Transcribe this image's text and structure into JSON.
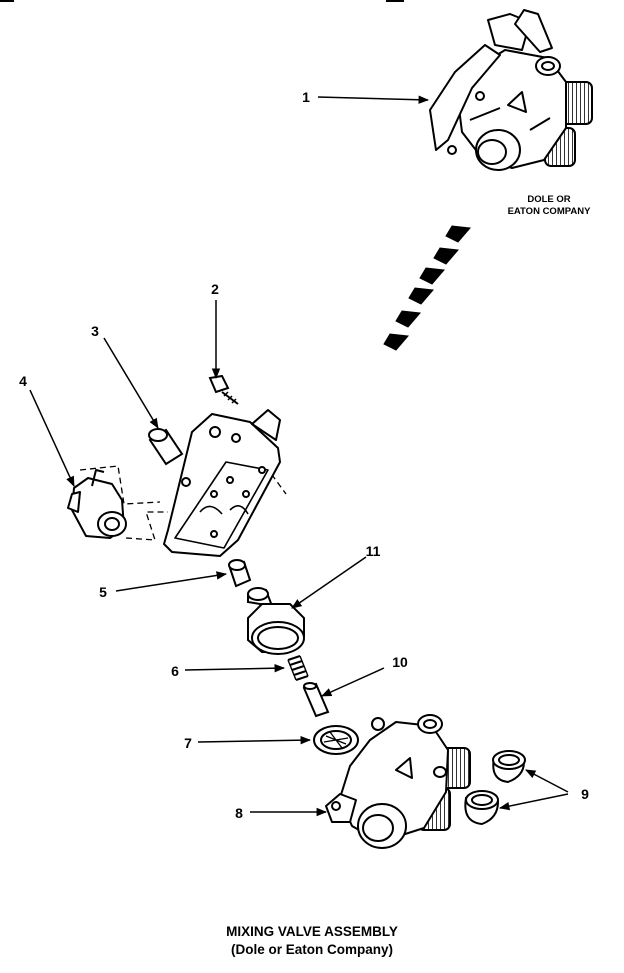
{
  "diagram": {
    "callouts": [
      {
        "id": "1",
        "label": "1"
      },
      {
        "id": "2",
        "label": "2"
      },
      {
        "id": "3",
        "label": "3"
      },
      {
        "id": "4",
        "label": "4"
      },
      {
        "id": "5",
        "label": "5"
      },
      {
        "id": "6",
        "label": "6"
      },
      {
        "id": "7",
        "label": "7"
      },
      {
        "id": "8",
        "label": "8"
      },
      {
        "id": "9",
        "label": "9"
      },
      {
        "id": "10",
        "label": "10"
      },
      {
        "id": "11",
        "label": "11"
      }
    ],
    "note_line1": "DOLE OR",
    "note_line2": "EATON COMPANY"
  },
  "caption": {
    "title": "MIXING VALVE ASSEMBLY",
    "subtitle": "(Dole or Eaton Company)"
  }
}
